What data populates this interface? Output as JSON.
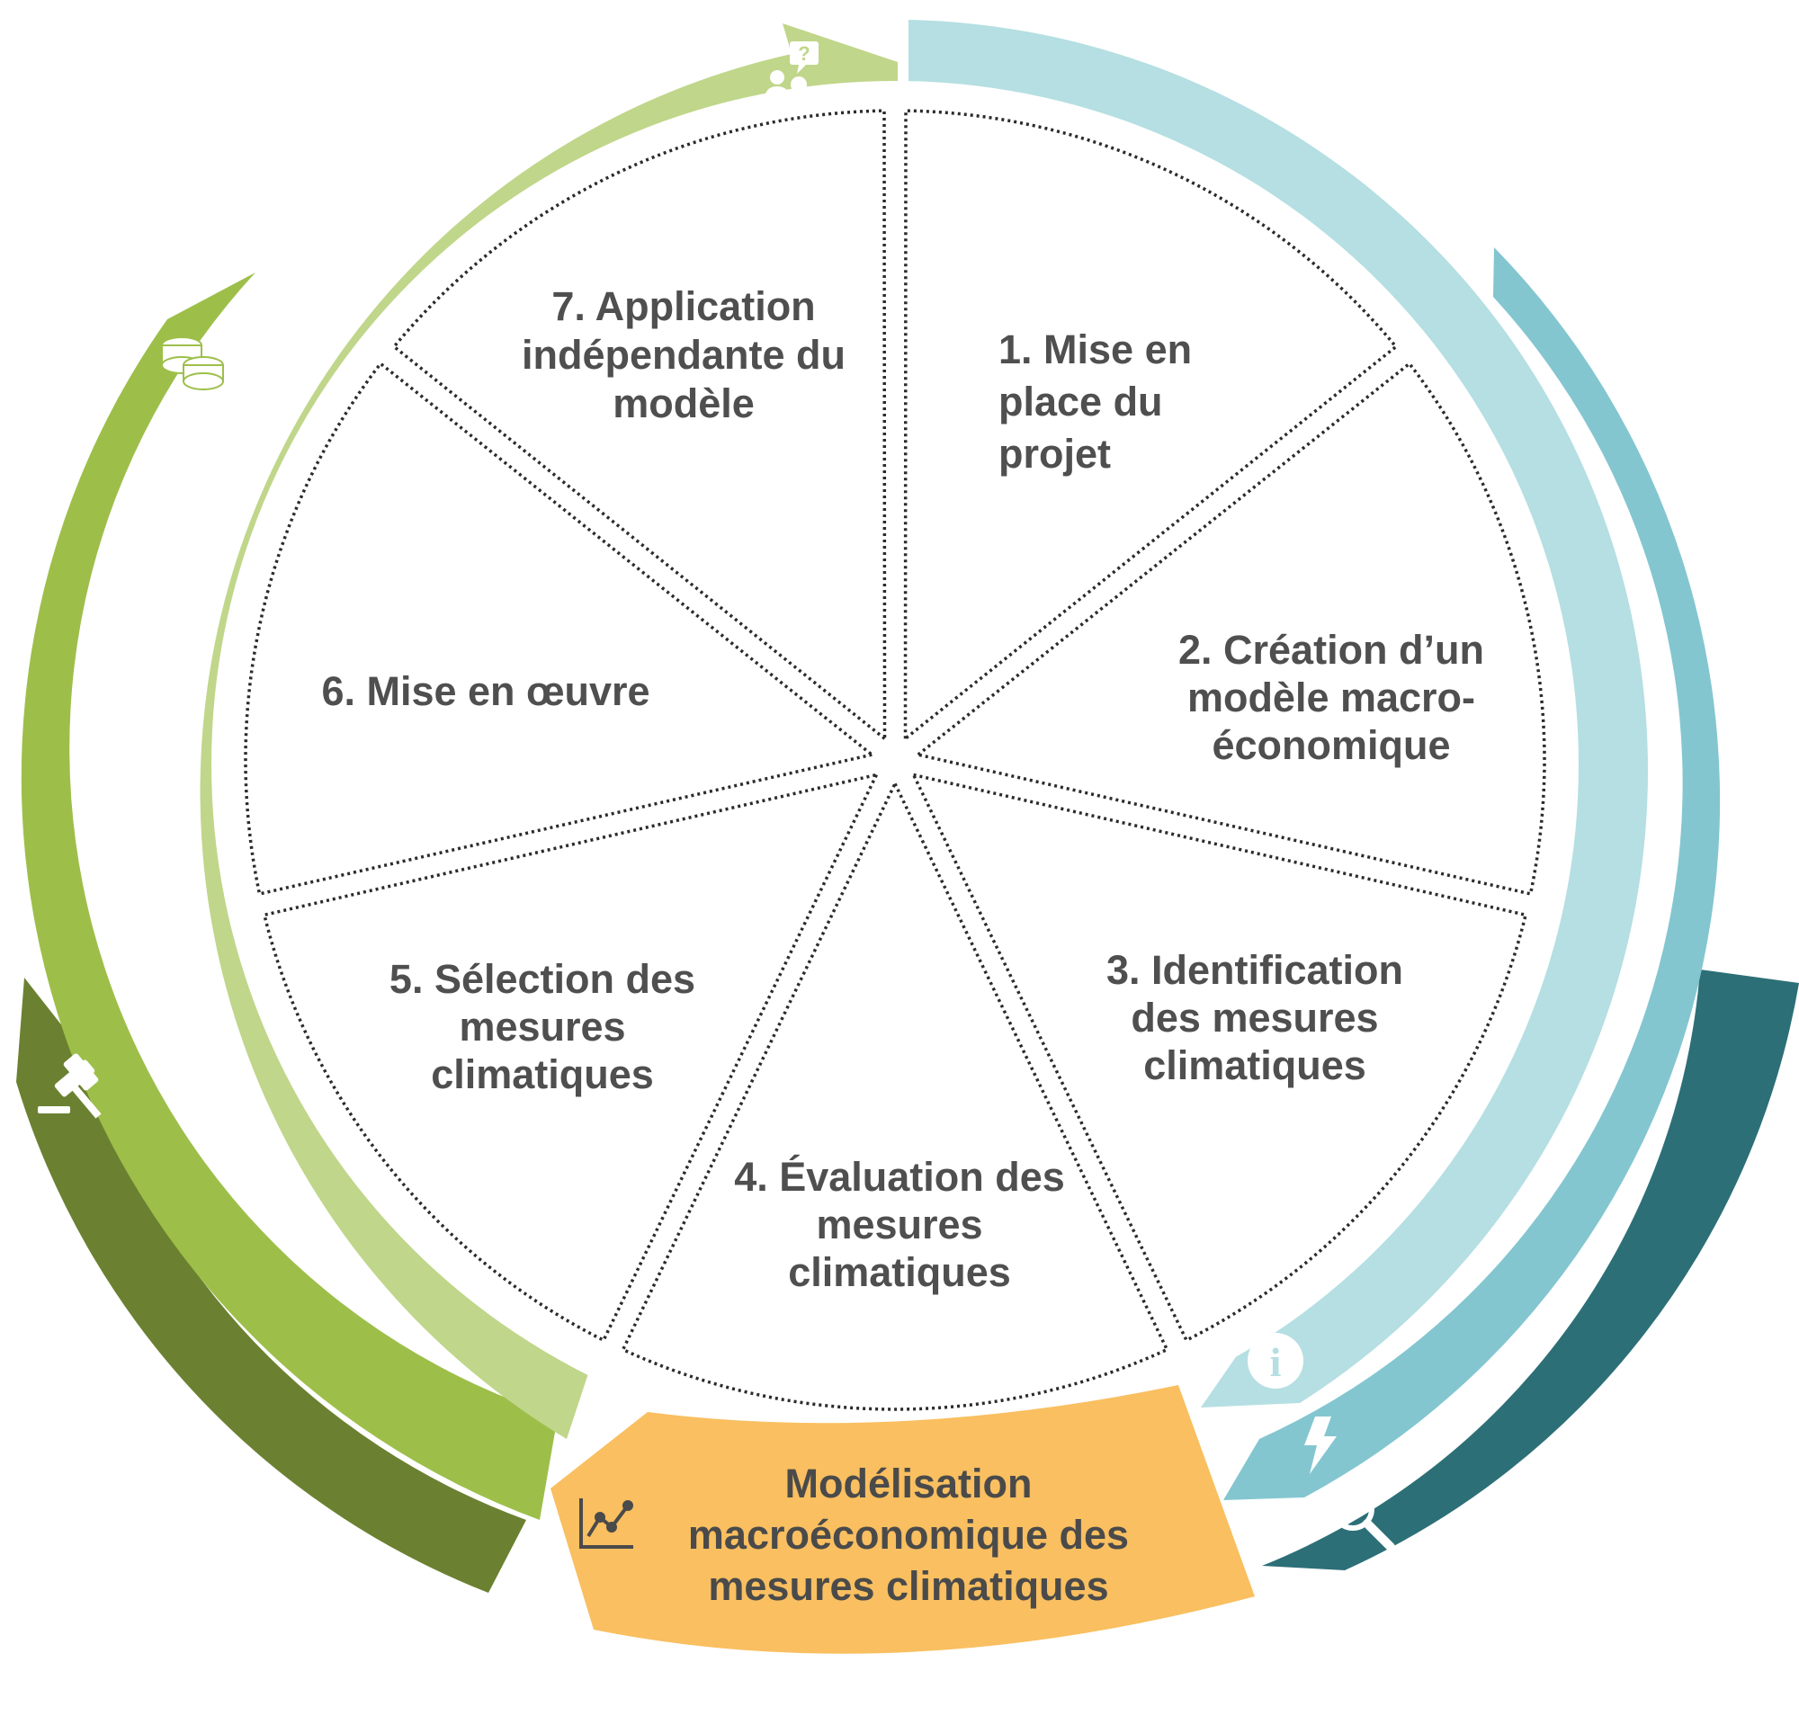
{
  "segments": [
    {
      "number": "1.",
      "lines": [
        "1. Mise en",
        "place du",
        "projet"
      ]
    },
    {
      "number": "2.",
      "lines": [
        "2. Création d’un",
        "modèle macro-",
        "économique"
      ]
    },
    {
      "number": "3.",
      "lines": [
        "3. Identification",
        "des mesures",
        "climatiques"
      ]
    },
    {
      "number": "4.",
      "lines": [
        "4. Évaluation des",
        "mesures",
        "climatiques"
      ]
    },
    {
      "number": "5.",
      "lines": [
        "5. Sélection des",
        "mesures",
        "climatiques"
      ]
    },
    {
      "number": "6.",
      "lines": [
        "6. Mise en œuvre"
      ]
    },
    {
      "number": "7.",
      "lines": [
        "7. Application",
        "indépendante du",
        "modèle"
      ]
    }
  ],
  "center_banner": {
    "lines": [
      "Modélisation",
      "macroéconomique des",
      "mesures climatiques"
    ],
    "icon": "line-chart-icon"
  },
  "icons": [
    "stakeholders-question-icon",
    "coins-icon",
    "gavel-icon",
    "info-icon",
    "lightning-icon",
    "magnifier-icon",
    "line-chart-icon"
  ],
  "colors": {
    "light_green": "#c0d68a",
    "mid_green": "#9dbf4a",
    "dark_green": "#6b8131",
    "light_teal": "#b5dfe2",
    "mid_teal": "#83c6d0",
    "dark_teal": "#2c6f77",
    "banner": "#f9bf60",
    "text": "#4f4f4f"
  }
}
